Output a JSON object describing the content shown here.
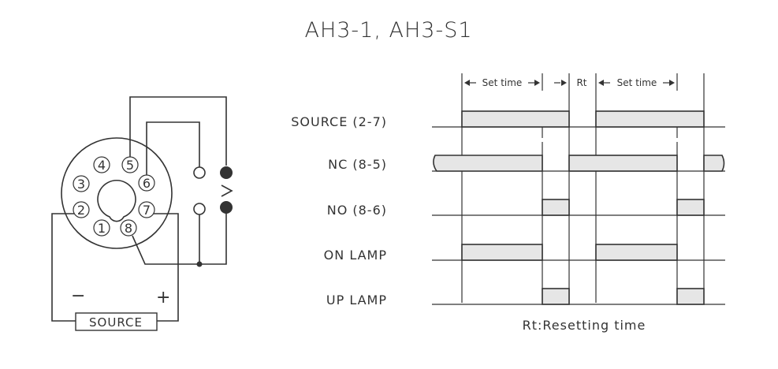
{
  "title": "AH3-1, AH3-S1",
  "wiring": {
    "pins": [
      "1",
      "2",
      "3",
      "4",
      "5",
      "6",
      "7",
      "8"
    ],
    "minus": "−",
    "plus": "+",
    "source_label": "SOURCE"
  },
  "timing": {
    "signals": [
      "SOURCE (2-7)",
      "NC (8-5)",
      "NO (8-6)",
      "ON LAMP",
      "UP LAMP"
    ],
    "interval_labels": {
      "set_time": "Set time",
      "reset": "Rt"
    },
    "footnote": "Rt:Resetting time"
  },
  "colors": {
    "ink": "#333333",
    "fill": "#e6e6e6",
    "background": "#ffffff"
  }
}
